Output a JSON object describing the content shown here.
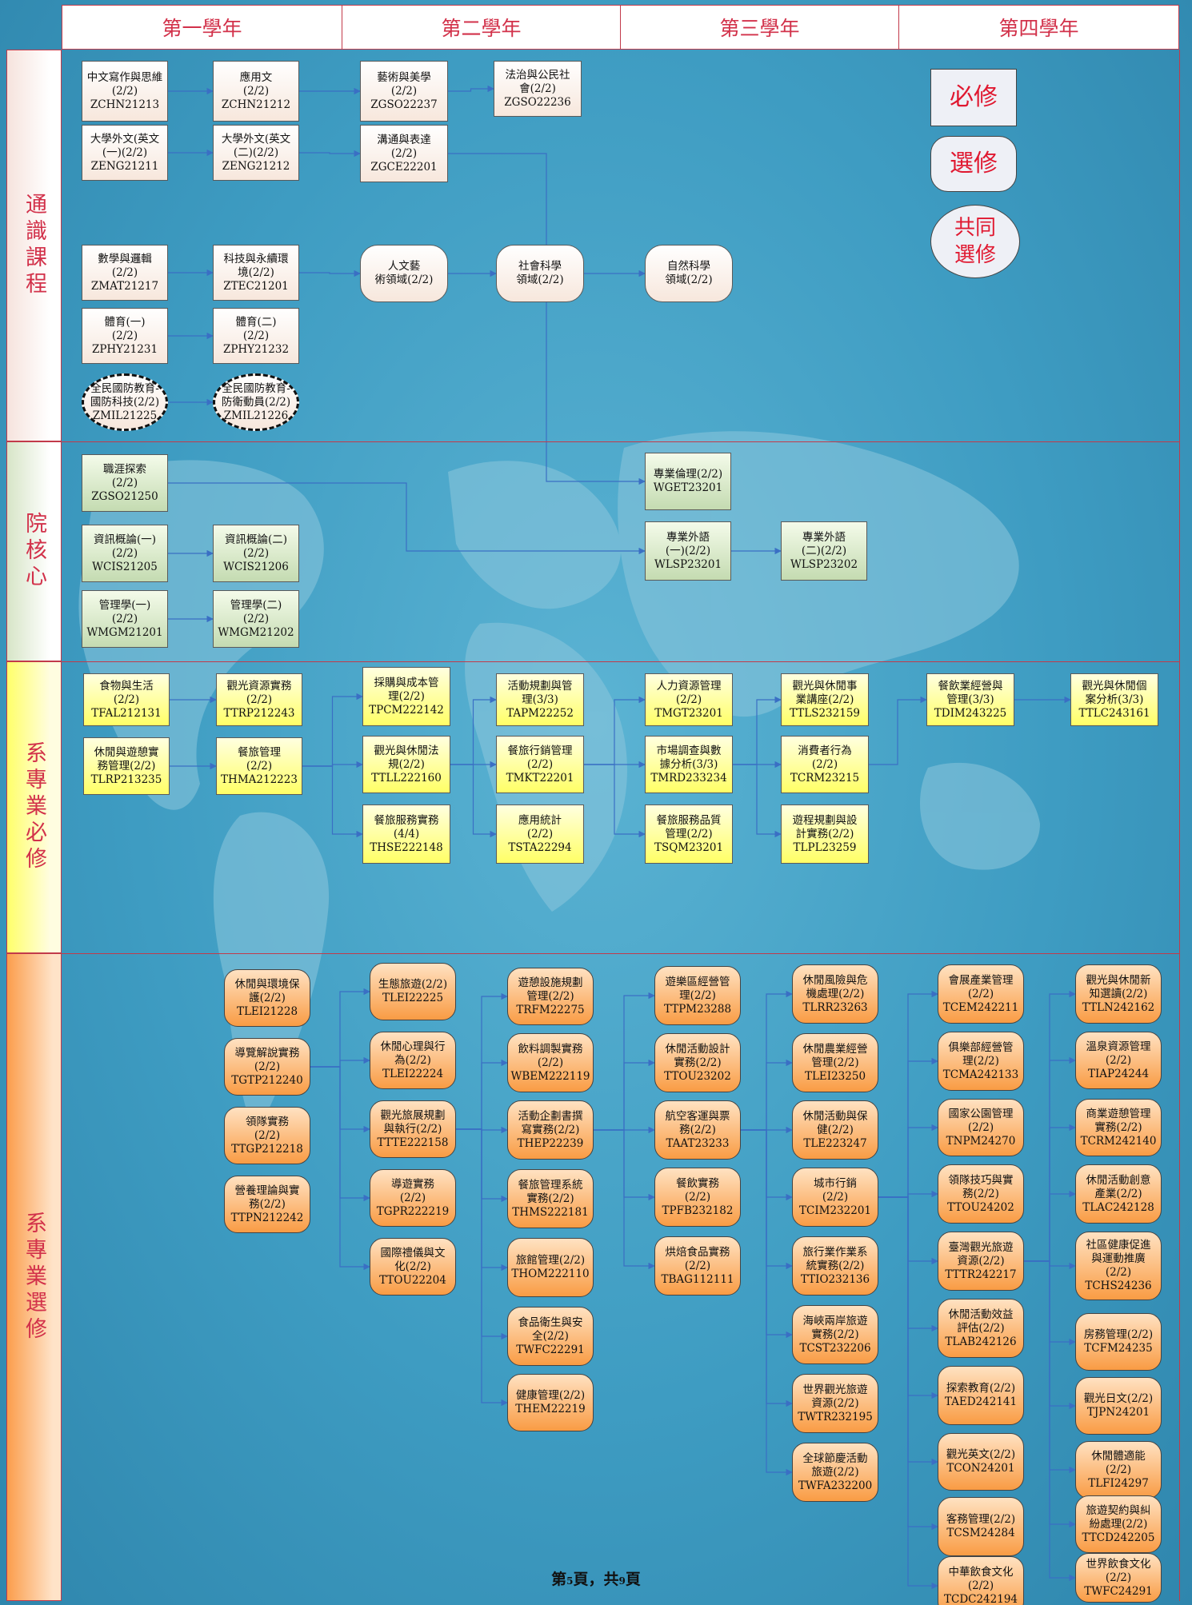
{
  "years": [
    "第一學年",
    "第二學年",
    "第三學年",
    "第四學年"
  ],
  "sections": [
    "通識課程",
    "院核心",
    "系專業必修",
    "系專業選修"
  ],
  "legend": {
    "required": "必修",
    "elective": "選修",
    "shared": "共同\n選修"
  },
  "footer": {
    "pre": "第",
    "page": "5",
    "mid": "頁，共",
    "total": "9",
    "post": "頁"
  },
  "colors": {
    "section_header_text": "#d2314a",
    "ge_fill": "#f7e7dc",
    "core_fill": "#c4dbb1",
    "required_fill": "#ffff66",
    "elective_fill": "#f99c44",
    "connector": "#3a6fc4"
  },
  "courses": {
    "ge": [
      "中文寫作與思維\n(2/2)\nZCHN21213",
      "應用文\n(2/2)\nZCHN21212",
      "大學外文(英文\n(一)(2/2)\nZENG21211",
      "大學外文(英文\n(二)(2/2)\nZENG21212",
      "數學與邏輯\n(2/2)\nZMAT21217",
      "科技與永續環\n境(2/2)\nZTEC21201",
      "體育(一)\n(2/2)\nZPHY21231",
      "體育(二)\n(2/2)\nZPHY21232",
      "全民國防教育-\n國防科技(2/2)\nZMIL21225",
      "全民國防教育-\n防衛動員(2/2)\nZMIL21226",
      "藝術與美學\n(2/2)\nZGSO22237",
      "法治與公民社\n會(2/2)\nZGSO22236",
      "溝通與表達\n(2/2)\nZGCE22201",
      "人文藝\n術領域(2/2)",
      "社會科學\n領域(2/2)",
      "自然科學\n領域(2/2)"
    ],
    "core": [
      "職涯探索\n(2/2)\nZGSO21250",
      "資訊概論(一)\n(2/2)\nWCIS21205",
      "資訊概論(二)\n(2/2)\nWCIS21206",
      "管理學(一)\n(2/2)\nWMGM21201",
      "管理學(二)\n(2/2)\nWMGM21202",
      "專業倫理(2/2)\nWGET23201",
      "專業外語\n(一)(2/2)\nWLSP23201",
      "專業外語\n(二)(2/2)\nWLSP23202"
    ],
    "req": [
      "食物與生活\n(2/2)\nTFAL212131",
      "觀光資源實務\n(2/2)\nTTRP212243",
      "休閒與遊憩實\n務管理(2/2)\nTLRP213235",
      "餐旅管理\n(2/2)\nTHMA212223",
      "採購與成本管\n理(2/2)\nTPCM222142",
      "觀光與休閒法\n規(2/2)\nTTLL222160",
      "餐旅服務實務\n(4/4)\nTHSE222148",
      "活動規劃與管\n理(3/3)\nTAPM22252",
      "餐旅行銷管理\n(2/2)\nTMKT22201",
      "應用統計\n(2/2)\nTSTA22294",
      "人力資源管理\n(2/2)\nTMGT23201",
      "市場調查與數\n據分析(3/3)\nTMRD233234",
      "餐旅服務品質\n管理(2/2)\nTSQM23201",
      "觀光與休閒事\n業講座(2/2)\nTTLS232159",
      "消費者行為\n(2/2)\nTCRM23215",
      "遊程規劃與設\n計實務(2/2)\nTLPL23259",
      "餐飲業經營與\n管理(3/3)\nTDIM243225",
      "觀光與休閒個\n案分析(3/3)\nTTLC243161"
    ],
    "ele_y1": [
      "休閒與環境保\n護(2/2)\nTLEI21228",
      "導覽解說實務\n(2/2)\nTGTP212240",
      "領隊實務\n(2/2)\nTTGP212218",
      "營養理論與實\n務(2/2)\nTTPN212242"
    ],
    "ele_y2a": [
      "生態旅遊(2/2)\nTLEI22225",
      "休閒心理與行\n為(2/2)\nTLEI22224",
      "觀光旅展規劃\n與執行(2/2)\nTTTE222158",
      "導遊實務\n(2/2)\nTGPR222219",
      "國際禮儀與文\n化(2/2)\nTTOU22204"
    ],
    "ele_y2b": [
      "遊憩設施規劃\n管理(2/2)\nTRFM22275",
      "飲料調製實務\n(2/2)\nWBEM222119",
      "活動企劃書撰\n寫實務(2/2)\nTHEP22239",
      "餐旅管理系統\n實務(2/2)\nTHMS222181",
      "旅館管理(2/2)\nTHOM222110",
      "食品衛生與安\n全(2/2)\nTWFC22291",
      "健康管理(2/2)\nTHEM22219"
    ],
    "ele_y3a": [
      "遊樂區經營管\n理(2/2)\nTTPM23288",
      "休閒活動設計\n實務(2/2)\nTTOU23202",
      "航空客運與票\n務(2/2)\nTAAT23233",
      "餐飲實務\n(2/2)\nTPFB232182",
      "烘焙食品實務\n(2/2)\nTBAG112111"
    ],
    "ele_y3b": [
      "休閒風險與危\n機處理(2/2)\nTLRR23263",
      "休閒農業經營\n管理(2/2)\nTLEI23250",
      "休閒活動與保\n健(2/2)\nTLE223247",
      "城市行銷\n(2/2)\nTCIM232201",
      "旅行業作業系\n統實務(2/2)\nTTIO232136",
      "海峽兩岸旅遊\n實務(2/2)\nTCST232206",
      "世界觀光旅遊\n資源(2/2)\nTWTR232195",
      "全球節慶活動\n旅遊(2/2)\nTWFA232200"
    ],
    "ele_y4a": [
      "會展產業管理\n(2/2)\nTCEM242211",
      "俱樂部經營管\n理(2/2)\nTCMA242133",
      "國家公園管理\n(2/2)\nTNPM24270",
      "領隊技巧與實\n務(2/2)\nTTOU24202",
      "臺灣觀光旅遊\n資源(2/2)\nTTTR242217",
      "休閒活動效益\n評估(2/2)\nTLAB242126",
      "探索教育(2/2)\nTAED242141",
      "觀光英文(2/2)\nTCON24201",
      "客務管理(2/2)\nTCSM24284",
      "中華飲食文化\n(2/2)\nTCDC242194"
    ],
    "ele_y4b": [
      "觀光與休閒新\n知選讀(2/2)\nTTLN242162",
      "溫泉資源管理\n(2/2)\nTIAP24244",
      "商業遊憩管理\n實務(2/2)\nTCRM242140",
      "休閒活動創意\n產業(2/2)\nTLAC242128",
      "社區健康促進\n與運動推廣\n(2/2)\nTCHS24236",
      "房務管理(2/2)\nTCFM24235",
      "觀光日文(2/2)\nTJPN24201",
      "休閒體適能\n(2/2)\nTLFI24297",
      "旅遊契約與糾\n紛處理(2/2)\nTTCD242205",
      "世界飲食文化\n(2/2)\nTWFC24291"
    ]
  }
}
